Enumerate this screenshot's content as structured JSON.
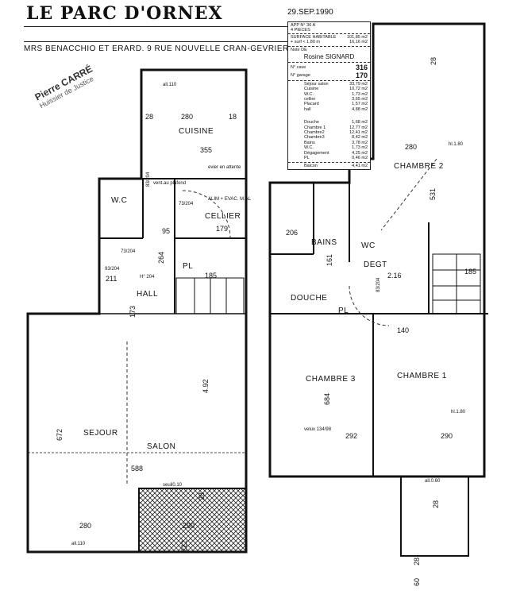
{
  "header": {
    "title": "LE PARC D'ORNEX",
    "date": "29.SEP.1990",
    "owners": "MRS BENACCHIO ET ERARD.   9 RUE NOUVELLE CRAN-GEVRIER"
  },
  "infobox": {
    "apartment": "APP N° 36 A",
    "rooms": "4 PIECES",
    "surface_label": "SURFACE HABITABLE",
    "surface_value": "101,85 m2",
    "under_label": "+ surf < 1,80 m",
    "under_value": "16,16 m2",
    "owner_label": "Note DE",
    "owner": "Rosine SIGNARD",
    "cave_label": "N° cave",
    "cave": "316",
    "garage_label": "N° garage",
    "garage": "170",
    "areas_1": [
      {
        "name": "Séjour salon",
        "value": "33,79 m2"
      },
      {
        "name": "Cuisine",
        "value": "10,72 m2"
      },
      {
        "name": "W.C.",
        "value": "1,73 m2"
      },
      {
        "name": "cellier",
        "value": "3,65 m2"
      },
      {
        "name": "Placard",
        "value": "1,57 m2"
      },
      {
        "name": "hall",
        "value": "4,88 m2"
      }
    ],
    "areas_2": [
      {
        "name": "Douche",
        "value": "1,68 m2"
      },
      {
        "name": "Chambre 1",
        "value": "12,77 m2"
      },
      {
        "name": "Chambre2",
        "value": "12,41 m2"
      },
      {
        "name": "Chambre3",
        "value": "8,42 m2"
      },
      {
        "name": "Bains",
        "value": "3,78 m2"
      },
      {
        "name": "W.C.",
        "value": "1,73 m2"
      },
      {
        "name": "Dégagement",
        "value": "4,25 m2"
      },
      {
        "name": "PL",
        "value": "0,46 m2"
      }
    ],
    "balcony_label": "Balcon",
    "balcony_value": "4,41 m2"
  },
  "stamp": {
    "name": "Pierre CARRÉ",
    "line2": "Huissier de Justice"
  },
  "rooms": {
    "cuisine": "CUISINE",
    "cellier": "CELLIER",
    "hall": "HALL",
    "sejour": "SEJOUR",
    "salon": "SALON",
    "pl1": "PL",
    "wc1": "W.C",
    "chambre2": "CHAMBRE 2",
    "bains": "BAINS",
    "wc2": "WC",
    "degt": "DEGT",
    "douche": "DOUCHE",
    "pl2": "PL",
    "chambre3": "CHAMBRE 3",
    "chambre1": "CHAMBRE 1"
  },
  "notes": {
    "vent": "vent.au plafond",
    "alim": "ALIM + EVAC. M.AL",
    "evier": "evier en attente",
    "all110_top": "all.110",
    "all110_bottom": "all.110",
    "seuil": "seuil0.10",
    "velux": "velux 134/98",
    "hl180_a": "hl.1.80",
    "hl180_b": "hl.1.80",
    "allo60": "all.0.60",
    "door1": "73/204",
    "door2": "83/204",
    "door3": "73/204",
    "door4": "93/204",
    "door5": "83/204",
    "door6": "H° 204"
  },
  "dims": {
    "k28": "28",
    "k280": "280",
    "k18": "18",
    "k355": "355",
    "s588": "588",
    "s672": "672",
    "s492": "4.92",
    "s280": "280",
    "s290": "290",
    "s222": "222",
    "s28": "28",
    "h211": "211",
    "h173": "173",
    "h264": "264",
    "h95": "95",
    "h179": "179",
    "h185": "185",
    "c280": "280",
    "c28a": "28",
    "c531": "531",
    "b206": "206",
    "b161": "161",
    "b216": "2.16",
    "b185": "185",
    "b140": "140",
    "c684": "684",
    "c292": "292",
    "c290": "290",
    "c28b": "28",
    "c60": "60",
    "c28c": "28"
  }
}
